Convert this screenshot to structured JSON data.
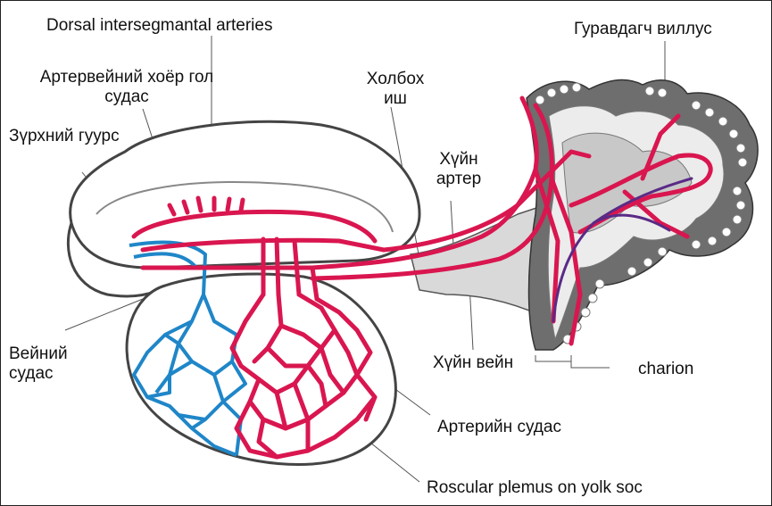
{
  "labels": {
    "dorsal_arteries": "Dorsal intersegmantal arteries",
    "aortic_arches": "Артервейний хоёр гол судас",
    "heart_tube": "Зүрхний гуурс",
    "connecting_stalk": "Холбох иш",
    "umbilical_artery": "Хүйн артер",
    "villus": "Гуравдагч виллус",
    "vitelline_vein": "Вейний судас",
    "umbilical_vein": "Хүйн вейн",
    "chorion": "charion",
    "arterial_vessels": "Артерийн судас",
    "yolk_plexus": "Roscular plemus on yolk soc"
  },
  "colors": {
    "artery": "#d9164f",
    "vein": "#1f86c8",
    "villus_vein": "#5a2a86",
    "chorion_grey": "#c8c8c8",
    "villus_dark": "#6e6e6e",
    "outline": "#444444"
  }
}
